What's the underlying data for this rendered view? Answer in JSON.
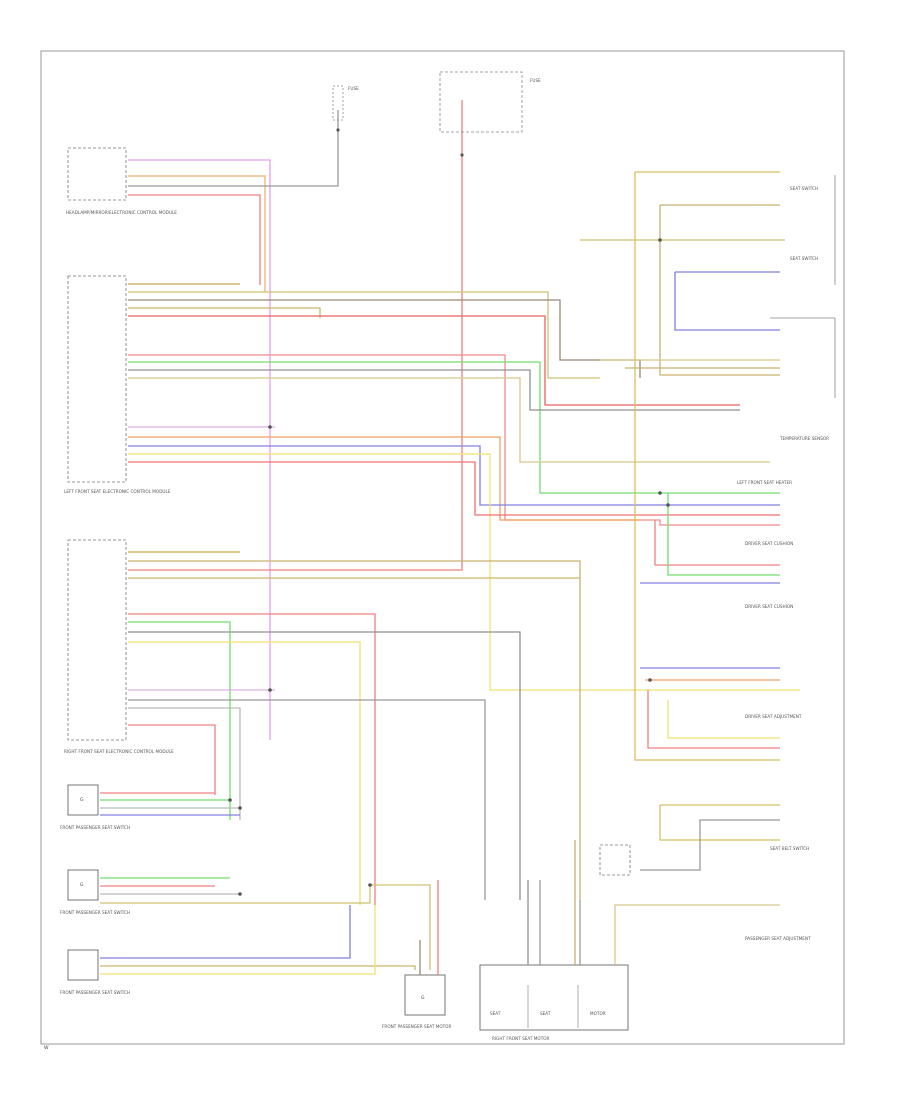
{
  "diagram": {
    "components": {
      "fuse_top_left": "FUSE",
      "fuse_top_right": "FUSE",
      "ecu_upper_left": "HEADLAMP/MIRROR/ELECTRONIC CONTROL MODULE",
      "left_front_seat_module": "LEFT FRONT SEAT ELECTRONIC CONTROL MODULE",
      "right_front_seat_module": "RIGHT FRONT SEAT ELECTRONIC CONTROL MODULE",
      "front_passenger_seat_switch_1": "FRONT PASSENGER SEAT SWITCH",
      "front_passenger_seat_switch_2": "FRONT PASSENGER SEAT SWITCH",
      "front_passenger_seat_switch_3": "FRONT PASSENGER SEAT SWITCH",
      "front_passenger_seat_motor": "FRONT PASSENGER SEAT MOTOR",
      "right_front_seat_motor": "RIGHT FRONT SEAT MOTOR",
      "seat_motor_label_1": "SEAT",
      "seat_motor_label_2": "SEAT",
      "seat_motor_label_3": "MOTOR",
      "left_front_seat_heater": "LEFT FRONT SEAT HEATER",
      "temperature_sensor": "TEMPERATURE SENSOR",
      "driver_seat_cushion_1": "DRIVER SEAT CUSHION",
      "driver_seat_cushion_2": "DRIVER SEAT CUSHION",
      "driver_seat_adjustment": "DRIVER SEAT ADJUSTMENT",
      "seat_switch_rt_1": "SEAT SWITCH",
      "seat_switch_rt_2": "SEAT SWITCH",
      "seat_belt_switch": "SEAT BELT SWITCH",
      "passenger_seat_adjustment": "PASSENGER SEAT ADJUSTMENT"
    },
    "notes": {
      "ground_label": "G",
      "footer_code": "W"
    }
  }
}
